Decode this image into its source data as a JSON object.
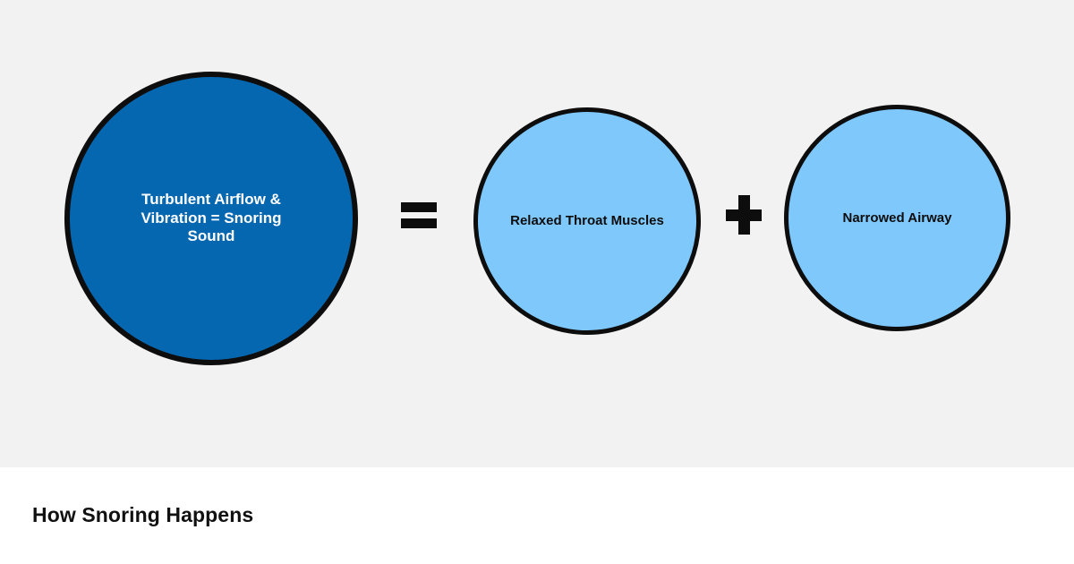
{
  "page": {
    "title": "How Snoring Happens",
    "canvas_background": "#f1f2f1",
    "title_strip_background": "#ffffff",
    "title_text_color": "#111111"
  },
  "diagram": {
    "result_circle": {
      "label": "Turbulent Airflow & Vibration = Snoring Sound",
      "fill": "#0667b1",
      "border_color": "#0d0d0d",
      "text_color": "#ffffff"
    },
    "operators": [
      {
        "name": "equals",
        "symbol": "="
      },
      {
        "name": "plus",
        "symbol": "+"
      }
    ],
    "factor_circles": [
      {
        "label": "Relaxed Throat Muscles",
        "fill": "#7fc8fc",
        "border_color": "#0d0d0d",
        "text_color": "#0d0d0d"
      },
      {
        "label": "Narrowed Airway",
        "fill": "#7fc8fc",
        "border_color": "#0d0d0d",
        "text_color": "#0d0d0d"
      }
    ]
  }
}
